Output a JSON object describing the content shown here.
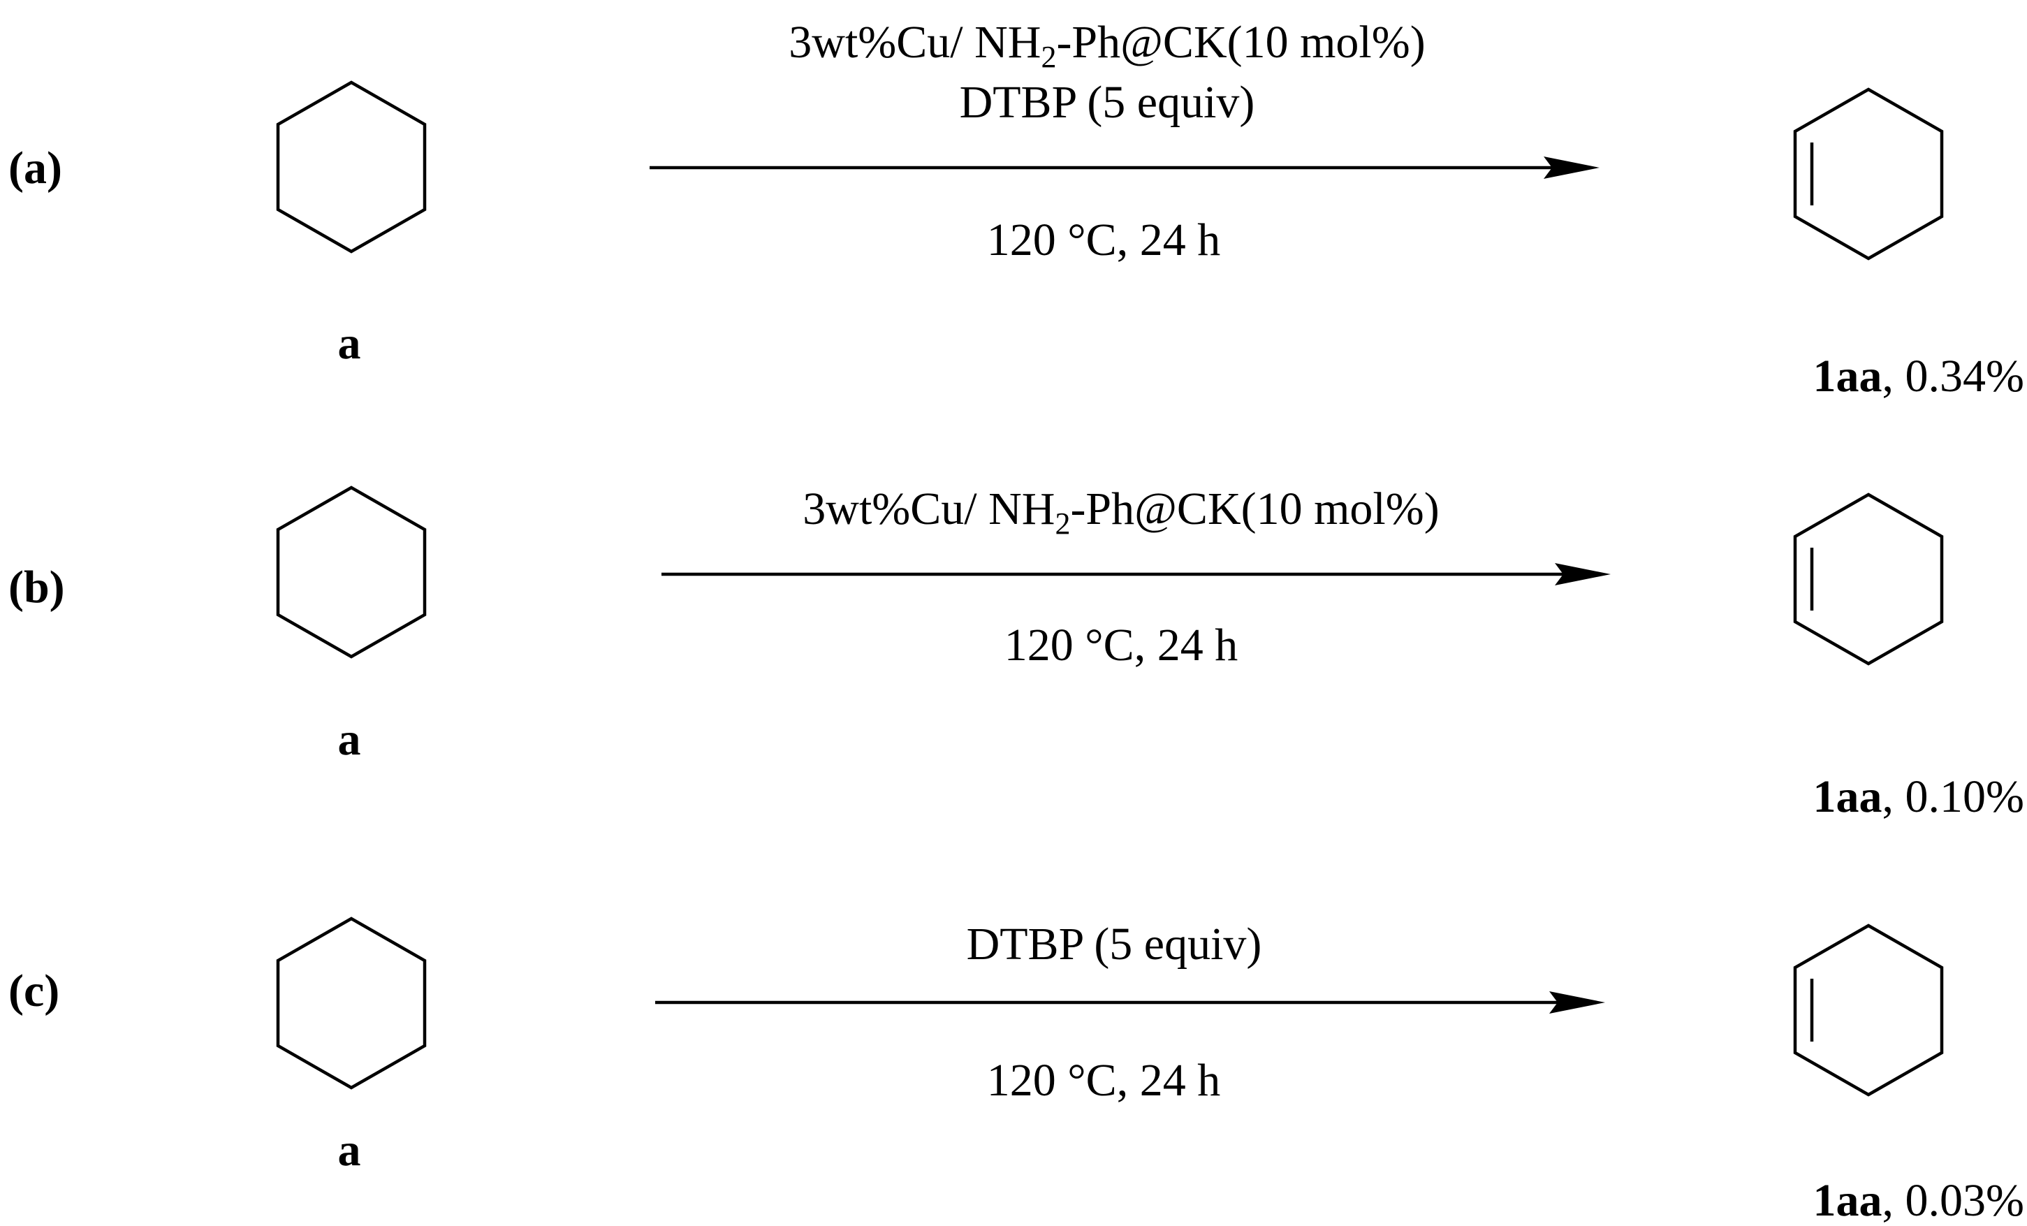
{
  "reactions": [
    {
      "label": "(a)",
      "substrate": "a",
      "conditions_above": [
        "3wt%Cu/ NH2-Ph@CK(10 mol%)",
        "DTBP (5 equiv)"
      ],
      "conditions_below": "120 °C, 24 h",
      "product": "1aa",
      "yield": ", 0.34%"
    },
    {
      "label": "(b)",
      "substrate": "a",
      "conditions_above": [
        "3wt%Cu/ NH2-Ph@CK(10 mol%)"
      ],
      "conditions_below": "120 °C, 24 h",
      "product": "1aa",
      "yield": ", 0.10%"
    },
    {
      "label": "(c)",
      "substrate": "a",
      "conditions_above": [
        "DTBP (5 equiv)"
      ],
      "conditions_below": "120 °C, 24 h",
      "product": "1aa",
      "yield": ", 0.03%"
    }
  ]
}
